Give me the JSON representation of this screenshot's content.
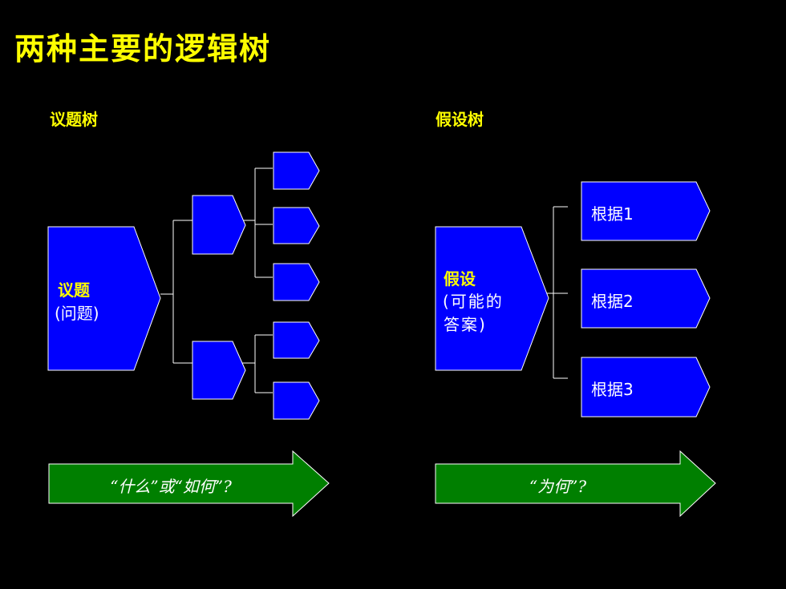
{
  "title": "两种主要的逻辑树",
  "issue_tree": {
    "heading": "议题树",
    "root_label": "议题",
    "root_sublabel": "(问题)",
    "arrow_label": "“什么”或“如何”?"
  },
  "hypothesis_tree": {
    "heading": "假设树",
    "root_label": "假设",
    "root_sublabel_line1": "(可能的",
    "root_sublabel_line2": "答案)",
    "evidence": [
      "根据1",
      "根据2",
      "根据3"
    ],
    "arrow_label": "“为何”?"
  },
  "colors": {
    "background": "#000000",
    "node_fill": "#0000ff",
    "arrow_fill": "#007f00",
    "title": "#ffff00",
    "lines": "#ffffff"
  }
}
